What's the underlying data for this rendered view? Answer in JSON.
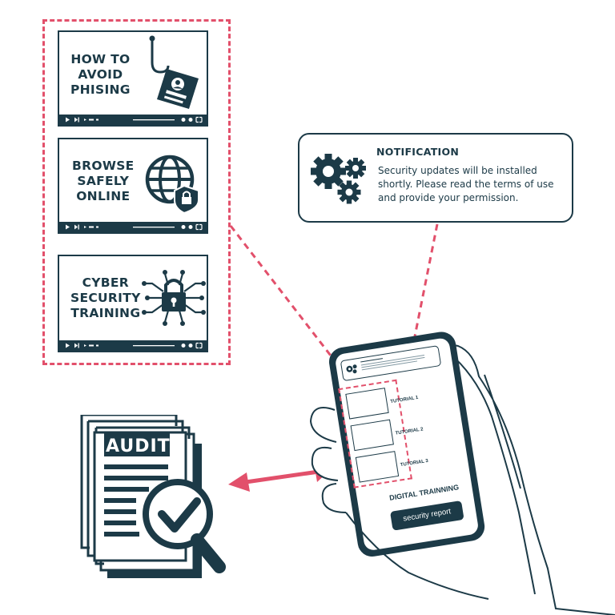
{
  "tutorials": [
    {
      "title": "HOW TO\nAVOID\nPHISING",
      "icon": "phishing-hook-icon"
    },
    {
      "title": "BROWSE\nSAFELY\nONLINE",
      "icon": "globe-shield-icon"
    },
    {
      "title": "CYBER\nSECURITY\nTRAINING",
      "icon": "network-lock-icon"
    }
  ],
  "notification": {
    "title": "NOTIFICATION",
    "body": "Security updates will be installed shortly. Please read the terms of use and provide your permission.",
    "icon": "gears-icon"
  },
  "phone": {
    "tutorial_labels": [
      "TUTORIAL 1",
      "TUTORIAL 2",
      "TUTORIAL 3"
    ],
    "heading": "DIGITAL TRAINNING",
    "button_label": "security report"
  },
  "audit": {
    "label": "AUDIT",
    "icon": "magnifier-check-icon"
  },
  "colors": {
    "navy": "#1c3a47",
    "accent": "#e2506b"
  }
}
